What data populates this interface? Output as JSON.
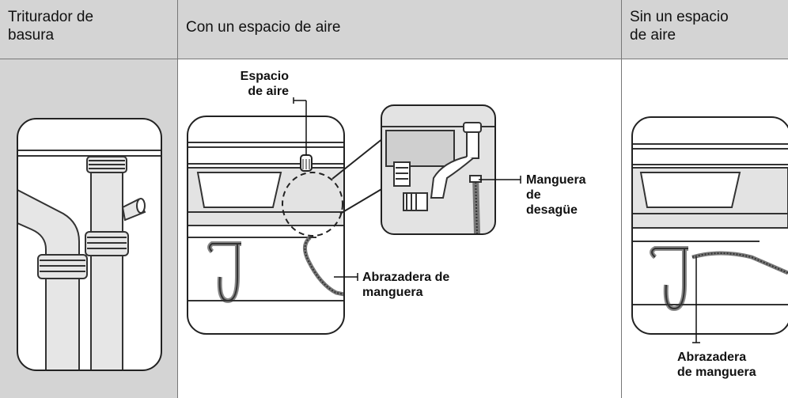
{
  "headers": {
    "col1": [
      "Triturador de",
      "basura"
    ],
    "col2": "Con un espacio de aire",
    "col3": [
      "Sin un espacio",
      "de aire"
    ]
  },
  "labels": {
    "air_gap": [
      "Espacio",
      "de aire"
    ],
    "drain_hose": [
      "Manguera",
      "de",
      "desagüe"
    ],
    "hose_clamp_center": [
      "Abrazadera de",
      "manguera"
    ],
    "hose_clamp_right": [
      "Abrazadera",
      "de manguera"
    ]
  }
}
